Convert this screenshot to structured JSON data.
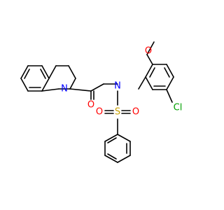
{
  "diagram": {
    "type": "skeletal-structure",
    "colors": {
      "bond": "#000000",
      "N": "#0000ff",
      "O": "#ff0000",
      "S": "#c8a000",
      "Cl": "#00a000"
    },
    "labels": {
      "n_ring": "N",
      "n_sulfonamide": "N",
      "o_carbonyl": "O",
      "o_methoxy": "O",
      "s_sulfonyl": "S",
      "o_sulfonyl_left": "O",
      "o_sulfonyl_right": "O",
      "cl": "Cl"
    }
  }
}
